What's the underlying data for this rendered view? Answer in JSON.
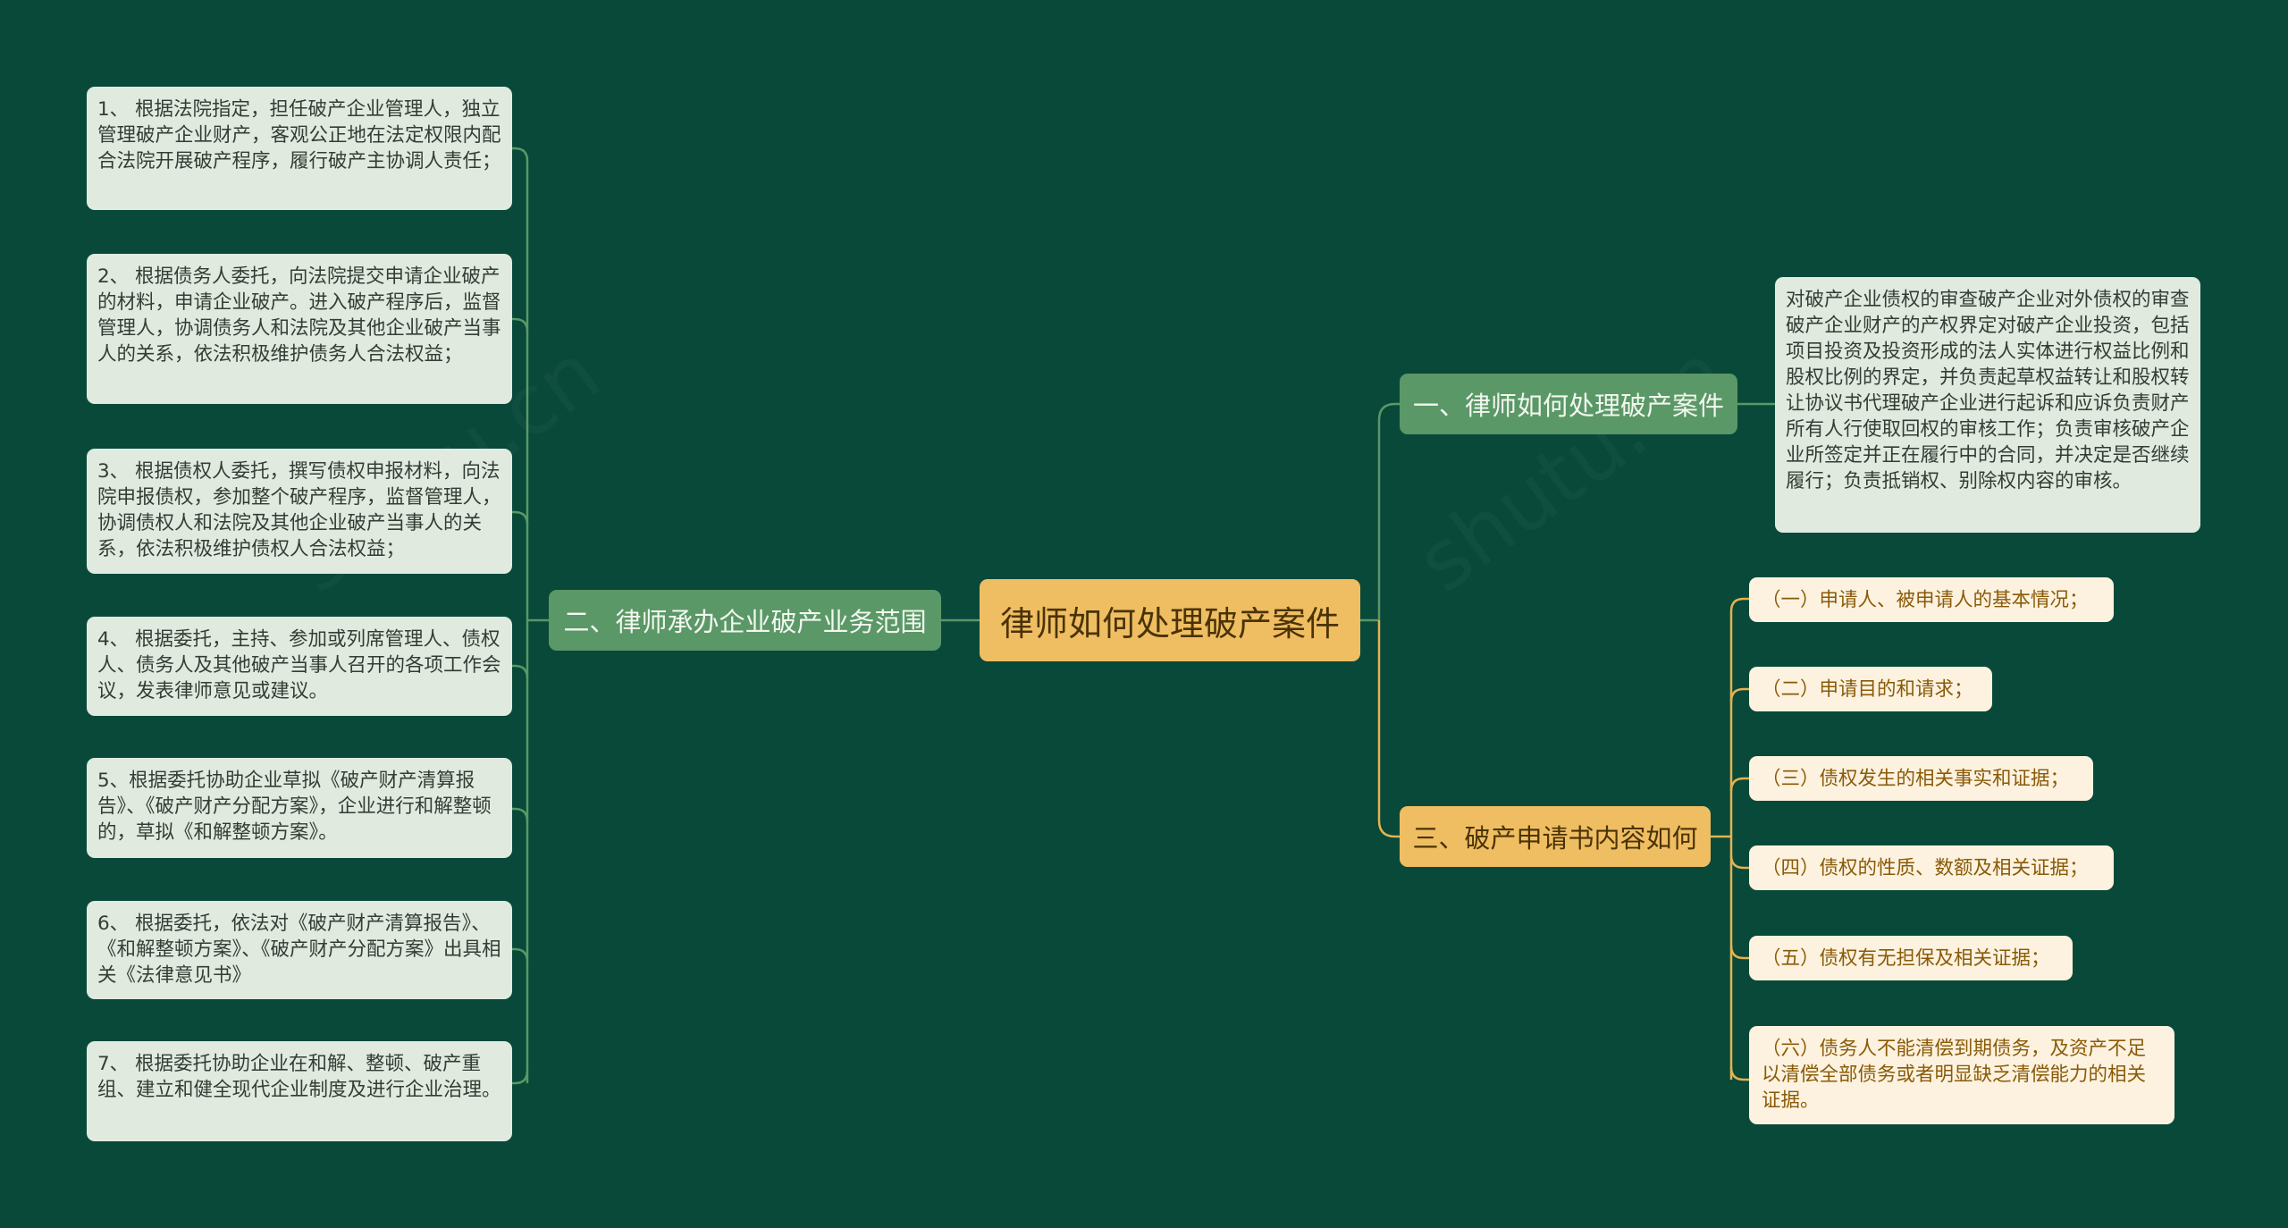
{
  "root": {
    "label": "律师如何处理破产案件"
  },
  "branches": {
    "b1": {
      "label": "一、律师如何处理破产案件",
      "children": [
        "对破产企业债权的审查破产企业对外债权的审查破产企业财产的产权界定对破产企业投资，包括项目投资及投资形成的法人实体进行权益比例和股权比例的界定，并负责起草权益转让和股权转让协议书代理破产企业进行起诉和应诉负责财产所有人行使取回权的审核工作；负责审核破产企业所签定并正在履行中的合同，并决定是否继续履行；负责抵销权、别除权内容的审核。"
      ]
    },
    "b2": {
      "label": "二、律师承办企业破产业务范围",
      "children": [
        "1、 根据法院指定，担任破产企业管理人，独立管理破产企业财产，客观公正地在法定权限内配合法院开展破产程序，履行破产主协调人责任；",
        "2、 根据债务人委托，向法院提交申请企业破产的材料，申请企业破产。进入破产程序后，监督管理人，协调债务人和法院及其他企业破产当事人的关系，依法积极维护债务人合法权益；",
        "3、 根据债权人委托，撰写债权申报材料，向法院申报债权，参加整个破产程序，监督管理人，协调债权人和法院及其他企业破产当事人的关系，依法积极维护债权人合法权益；",
        "4、 根据委托，主持、参加或列席管理人、债权人、债务人及其他破产当事人召开的各项工作会议，发表律师意见或建议。",
        "5、根据委托协助企业草拟《破产财产清算报告》、《破产财产分配方案》，企业进行和解整顿的，草拟《和解整顿方案》。",
        "6、 根据委托，依法对《破产财产清算报告》、《和解整顿方案》、《破产财产分配方案》出具相关《法律意见书》",
        "7、 根据委托协助企业在和解、整顿、破产重组、建立和健全现代企业制度及进行企业治理。"
      ]
    },
    "b3": {
      "label": "三、破产申请书内容如何",
      "children": [
        "（一）申请人、被申请人的基本情况；",
        "（二）申请目的和请求；",
        "（三）债权发生的相关事实和证据；",
        "（四）债权的性质、数额及相关证据；",
        "（五）债权有无担保及相关证据；",
        "（六）债务人不能清偿到期债务，及资产不足以清偿全部债务或者明显缺乏清偿能力的相关证据。"
      ]
    }
  },
  "colors": {
    "background": "#08493a",
    "green_node": "#5b9867",
    "yellow_node": "#f0be62",
    "green_leaf": "#e0eadf",
    "cream_leaf": "#fcf2df",
    "green_line": "#5b9867",
    "yellow_line": "#e4b251"
  }
}
